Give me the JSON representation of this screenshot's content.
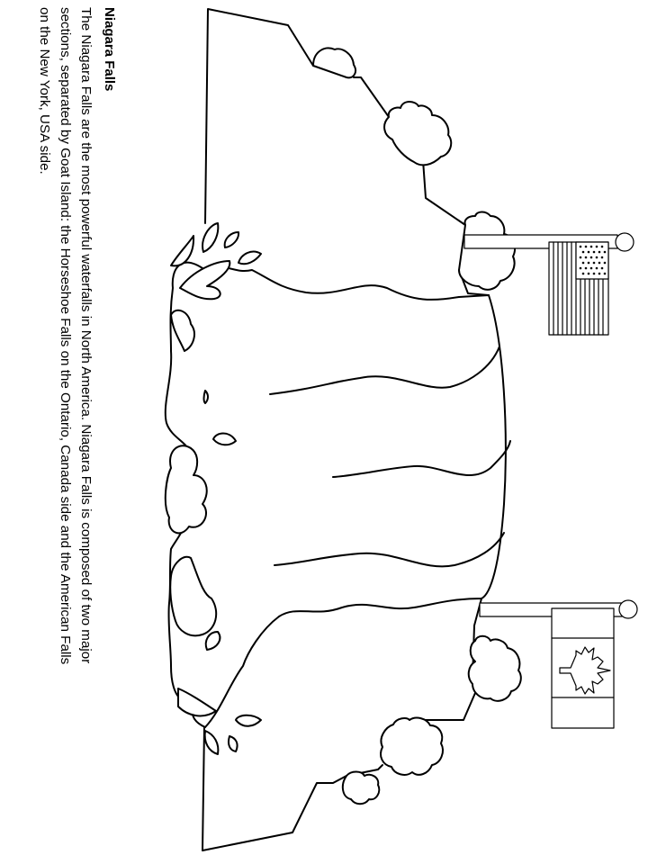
{
  "document": {
    "title": "Niagara Falls",
    "body_lines": [
      "The Niagara Falls are the most powerful waterfalls in North America.  Niagara Falls is composed of two major",
      "sections, separated by Goat Island:  the Horseshoe  Falls on the Ontario, Canada side and the American Falls",
      "on the New York, USA side."
    ]
  },
  "illustration": {
    "flags": [
      "us-flag",
      "canada-flag"
    ],
    "line_color": "#000000",
    "fill_color": "#ffffff"
  }
}
